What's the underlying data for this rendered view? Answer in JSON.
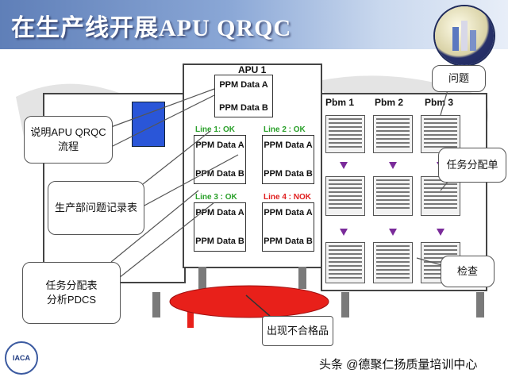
{
  "title": "在生产线开展APU QRQC",
  "apu": {
    "label": "APU 1",
    "top_cells": [
      "PPM Data A",
      "PPM Data B"
    ],
    "lines": [
      {
        "label": "Line 1: OK",
        "status": "ok",
        "a": "PPM Data A",
        "b": "PPM Data B"
      },
      {
        "label": "Line 2 : OK",
        "status": "ok",
        "a": "PPM Data A",
        "b": "PPM Data B"
      },
      {
        "label": "Line 3 : OK",
        "status": "ok",
        "a": "PPM Data A",
        "b": "PPM Data B"
      },
      {
        "label": "Line 4 : NOK",
        "status": "nok",
        "a": "PPM Data A",
        "b": "PPM Data B"
      }
    ]
  },
  "pbm": [
    "Pbm 1",
    "Pbm 2",
    "Pbm 3"
  ],
  "callouts": {
    "explain": "说明APU QRQC\n流程",
    "record": "生产部问题记录表",
    "task_analysis": "任务分配表\n分析PDCS",
    "problem": "问题",
    "task_sheet": "任务分配单",
    "check": "检查",
    "defect": "出现不合格品"
  },
  "footer": "头条 @德聚仁扬质量培训中心",
  "logo_text": "IACA",
  "colors": {
    "header": "#5f7fb8",
    "ok": "#2aa02a",
    "nok": "#e02020",
    "oval": "#e8201a",
    "arrow": "#7a2b9a",
    "blue_square": "#2a56d8"
  }
}
